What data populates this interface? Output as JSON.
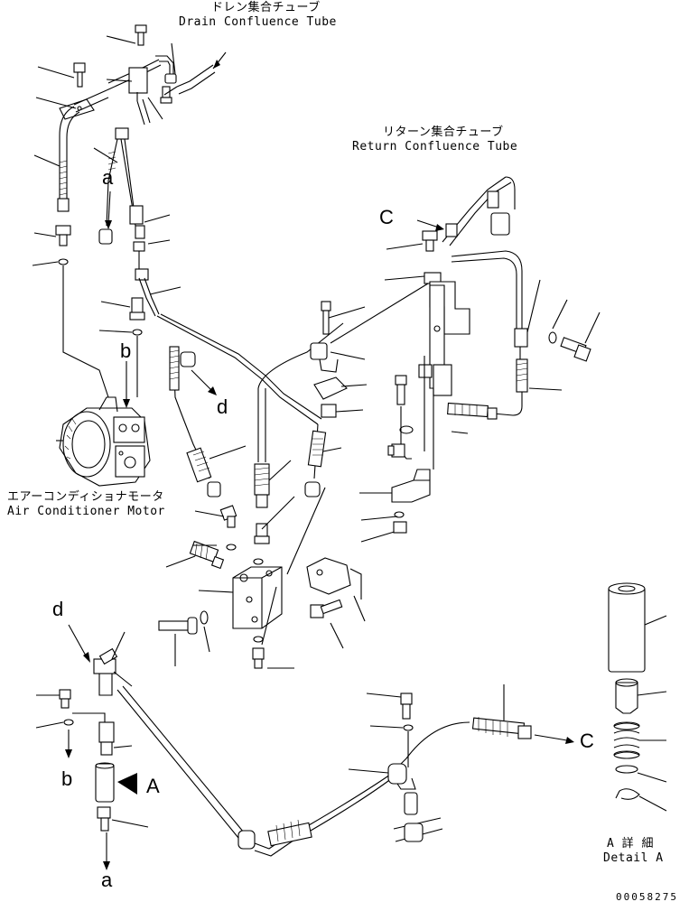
{
  "labels": {
    "drain_jp": "ドレン集合チューブ",
    "drain_en": "Drain Confluence Tube",
    "return_jp": "リターン集合チューブ",
    "return_en": "Return Confluence Tube",
    "motor_jp": "エアーコンディショナモータ",
    "motor_en": "Air Conditioner Motor",
    "detail_jp": "A 詳 細",
    "detail_en": "Detail A"
  },
  "callouts": {
    "a_top": "a",
    "b_top": "b",
    "c_top": "C",
    "d_top": "d",
    "d_bottom": "d",
    "b_bottom": "b",
    "a_bottom": "a",
    "c_bottom": "C",
    "arrow_a": "A"
  },
  "drawing_number": "00058275"
}
